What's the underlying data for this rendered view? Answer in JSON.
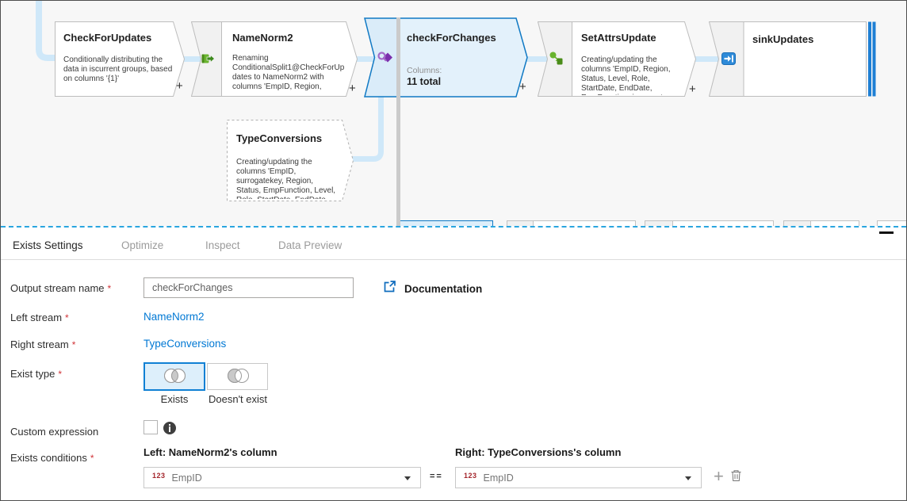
{
  "canvas": {
    "plus_label": "+",
    "nodes": [
      {
        "title": "CheckForUpdates",
        "description": "Conditionally distributing the data in iscurrent groups, based on columns '{1}'"
      },
      {
        "title": "NameNorm2",
        "icon": "select-icon",
        "description": "Renaming ConditionalSplit1@CheckForUpdates to NameNorm2 with columns 'EmpID, Region,"
      },
      {
        "title": "checkForChanges",
        "icon": "exists-icon",
        "columns_label": "Columns:",
        "columns_value": "11 total",
        "selected": true
      },
      {
        "title": "SetAttrsUpdate",
        "icon": "derived-column-icon",
        "description": "Creating/updating the columns 'EmpID, Region, Status, Level, Role, StartDate, EndDate, EmpFunction, iscurrent,"
      },
      {
        "title": "sinkUpdates",
        "icon": "sink-icon"
      },
      {
        "title": "TypeConversions",
        "ghost": true,
        "description": "Creating/updating the columns 'EmpID, surrogatekey, Region, Status, EmpFunction, Level, Role, StartDate, EndDate,"
      }
    ]
  },
  "panel": {
    "required_marker": "*",
    "tabs": [
      {
        "label": "Exists Settings",
        "active": true
      },
      {
        "label": "Optimize",
        "active": false
      },
      {
        "label": "Inspect",
        "active": false
      },
      {
        "label": "Data Preview",
        "active": false
      }
    ],
    "documentation_label": "Documentation",
    "fields": {
      "output_stream": {
        "label": "Output stream name",
        "value": "checkForChanges"
      },
      "left_stream": {
        "label": "Left stream",
        "value": "NameNorm2"
      },
      "right_stream": {
        "label": "Right stream",
        "value": "TypeConversions"
      },
      "exist_type": {
        "label": "Exist type",
        "options": [
          {
            "label": "Exists",
            "selected": true
          },
          {
            "label": "Doesn't exist",
            "selected": false
          }
        ]
      },
      "custom_expression": {
        "label": "Custom expression",
        "checked": false
      },
      "exists_conditions": {
        "label": "Exists conditions",
        "left_header": "Left: NameNorm2's column",
        "right_header": "Right: TypeConversions's column",
        "add_label": "+",
        "rows": [
          {
            "left_type": "123",
            "left_value": "EmpID",
            "operator": "==",
            "right_type": "123",
            "right_value": "EmpID"
          }
        ]
      }
    }
  },
  "colors": {
    "accent_blue": "#0078d4",
    "selected_node_fill": "#e0effb",
    "selected_node_border": "#1079c4",
    "connector": "#cfe8f9",
    "divider_dashed": "#2aa5df",
    "required_red": "#d13438",
    "type_badge_red": "#a4262c",
    "icon_green": "#5aaa28",
    "icon_purple": "#7b2fad",
    "icon_sink_blue": "#2e8ad8"
  }
}
